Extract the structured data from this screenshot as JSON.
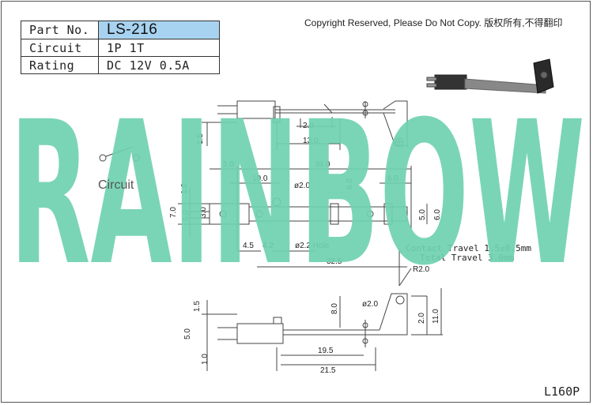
{
  "spec_table": {
    "rows": [
      {
        "key": "Part No.",
        "value": "LS-216"
      },
      {
        "key": "Circuit",
        "value": "1P 1T"
      },
      {
        "key": "Rating",
        "value": "DC 12V 0.5A"
      }
    ]
  },
  "copyright": "Copyright Reserved, Please Do Not Copy. 版权所有,不得翻印",
  "watermark": "RAINBOW",
  "watermark_color": "#6fd1b0",
  "circuit_label": "Circuit",
  "drawing_code": "L160P",
  "dimensions": {
    "d_2_0": "2.0",
    "d_13_0": "13.0",
    "d_1_5_top": "1.5",
    "d_5_0_a": "5.0",
    "d_10_0": "10.0",
    "d_39_0": "39.0",
    "d_1_0": "1.0",
    "d_phi2_0_a": "ø2.0",
    "d_6_0_a": "6.0",
    "d_6_0_b": "6.0",
    "d_7_0": "7.0",
    "d_5_0_b": "5.0",
    "d_3_0": "3.0",
    "d_5_0_c": "5.0",
    "d_6_0_c": "6.0",
    "d_4_5": "4.5",
    "d_4_2": "4.2",
    "hole_note": "ø2.2 Hole",
    "d_32_5": "32.5",
    "contact_travel": "Contact Travel 1.5±0.5mm",
    "total_travel": "Total Travel 3.0mm",
    "r2_0": "R2.0",
    "d_phi2_0_b": "ø2.0",
    "d_8_0": "8.0",
    "d_2_0_b": "2.0",
    "d_11_0": "11.0",
    "d_1_5_bottom": "1.5",
    "d_5_0_d": "5.0",
    "d_1_0_b": "1.0",
    "d_19_5": "19.5",
    "d_21_5": "21.5"
  }
}
